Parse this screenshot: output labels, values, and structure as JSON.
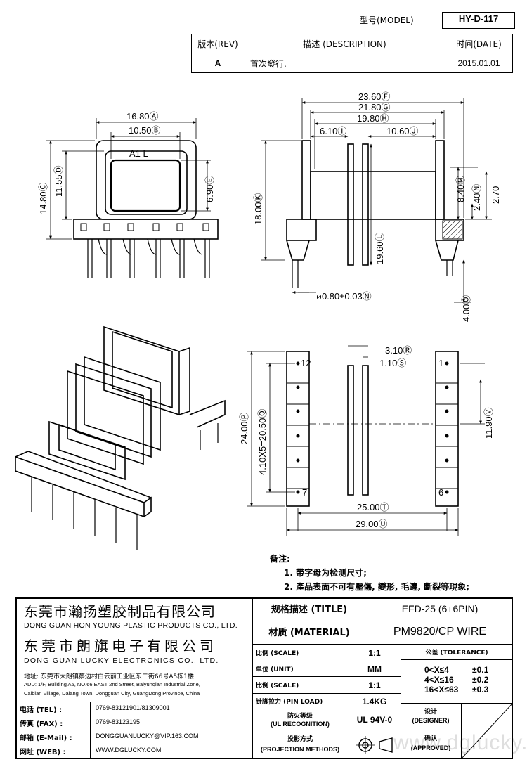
{
  "model_block": {
    "label": "型号(MODEL)",
    "value": "HY-D-117"
  },
  "revision_table": {
    "headers": {
      "rev": "版本(REV)",
      "desc": "描述 (DESCRIPTION)",
      "date": "时间(DATE)"
    },
    "row": {
      "rev": "A",
      "desc": "首次發行.",
      "date": "2015.01.01"
    }
  },
  "dimensions": {
    "front": {
      "w_outer": "16.80Ⓐ",
      "w_inner": "10.50Ⓑ",
      "pin_label": "A1 L",
      "h_total": "14.80Ⓒ",
      "h_body": "11.55Ⓓ",
      "h_window": "6.90Ⓔ"
    },
    "side": {
      "w1": "23.60Ⓕ",
      "w2": "21.80Ⓖ",
      "w3": "19.80Ⓗ",
      "w4": "6.10Ⓘ",
      "w5": "10.60Ⓙ",
      "h1": "18.00Ⓚ",
      "h2": "19.60Ⓛ",
      "h3": "8.40Ⓜ",
      "h4": "2.40Ⓝ",
      "h5": "2.70",
      "h6": "4.00Ⓞ",
      "pin_dia": "ø0.80±0.03Ⓝ"
    },
    "bottom": {
      "d1": "3.10Ⓡ",
      "d2": "1.10Ⓢ",
      "h_left": "24.00Ⓟ",
      "h_pitch": "4.10X5=20.50Ⓠ",
      "h_right": "11.90Ⓥ",
      "w_inner": "25.00Ⓣ",
      "w_outer": "29.00Ⓤ",
      "pin_12": "12",
      "pin_1": "1",
      "pin_7": "7",
      "pin_6": "6"
    }
  },
  "notes": {
    "heading": "备注:",
    "items": [
      "1. 带字母为检测尺寸;",
      "2. 產品表面不可有壓傷, 變形, 毛邊, 斷裂等現象;"
    ]
  },
  "company": {
    "name_cn_1": "东莞市瀚扬塑胶制品有限公司",
    "name_en_1": "DONG GUAN HON YOUNG PLASTIC PRODUCTS CO., LTD.",
    "name_cn_2": "东莞市朗旗电子有限公司",
    "name_en_2": "DONG GUAN LUCKY ELECTRONICS CO., LTD.",
    "address_cn": "地址: 东莞市大朗镇蔡边村白云前工业区东二街66号A5栋1楼",
    "address_en_1": "ADD: 1/F, Building A5, NO.66 EAST 2nd Street, Baiyunqian Industrial Zone,",
    "address_en_2": "Caibian Village, Dalang Town, Dongguan City, GuangDong Province, China"
  },
  "contacts": [
    {
      "label": "电话 (TEL) :",
      "value": "0769-83121901/81309001"
    },
    {
      "label": "传真 (FAX) :",
      "value": "0769-83123195"
    },
    {
      "label": "邮箱 (E-Mail) :",
      "value": "DONGGUANLUCKY@VIP.163.COM"
    },
    {
      "label": "网址 (WEB) :",
      "value": "WWW.DGLUCKY.COM"
    }
  ],
  "spec": {
    "title_label": "规格描述 (TITLE)",
    "title_value": "EFD-25 (6+6PIN)",
    "material_label": "材质 (MATERIAL)",
    "material_value": "PM9820/CP WIRE",
    "scale_label": "比例 (SCALE)",
    "scale_value": "1:1",
    "unit_label": "单位 (UNIT)",
    "unit_value": "MM",
    "scale2_label": "比例 (SCALE)",
    "scale2_value": "1:1",
    "pin_load_label": "针脚拉力 (PIN LOAD)",
    "pin_load_value": "1.4KG",
    "flame_label_1": "防火等级",
    "flame_label_2": "(UL RECOGNITION)",
    "flame_value": "UL 94V-0",
    "proj_label_1": "投影方式",
    "proj_label_2": "(PROJECTION METHODS)",
    "tolerance_label": "公差 (TOLERANCE)",
    "tolerances": [
      {
        "range": "0<X≤4",
        "tol": "±0.1"
      },
      {
        "range": "4<X≤16",
        "tol": "±0.2"
      },
      {
        "range": "16<X≤63",
        "tol": "±0.3"
      }
    ],
    "designer_1": "设计",
    "designer_2": "(DESIGNER)",
    "approved_1": "确认",
    "approved_2": "(APPROVED)"
  },
  "watermark": "www.dglucky.com"
}
